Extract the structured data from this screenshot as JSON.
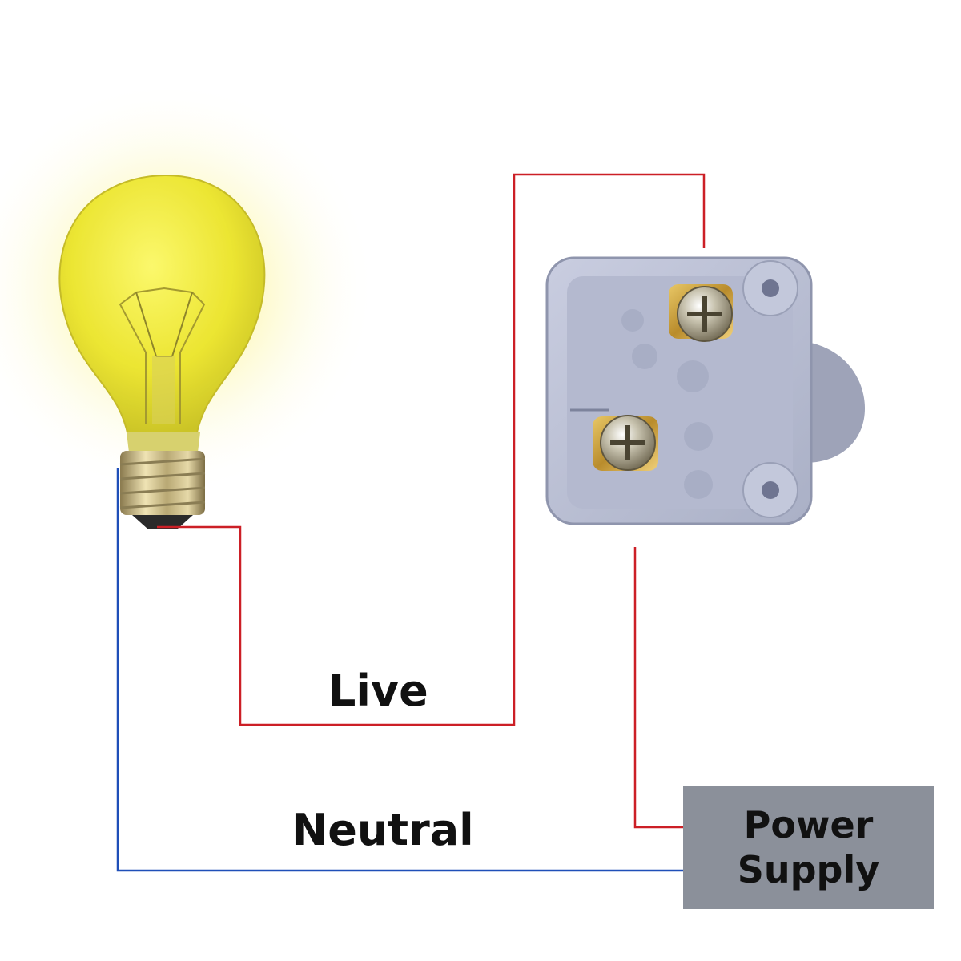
{
  "labels": {
    "live": "Live",
    "neutral": "Neutral"
  },
  "power_supply": {
    "line1": "Power",
    "line2": "Supply"
  },
  "colors": {
    "live_wire": "#cc1f26",
    "neutral_wire": "#1f4fb8",
    "bulb_glass": "#f2ef2a",
    "switch_body": "#bfc4d9",
    "power_box": "#8b909a"
  },
  "icons": {
    "bulb": "light-bulb-icon",
    "switch": "wall-switch-icon",
    "screw": "terminal-screw-icon"
  }
}
